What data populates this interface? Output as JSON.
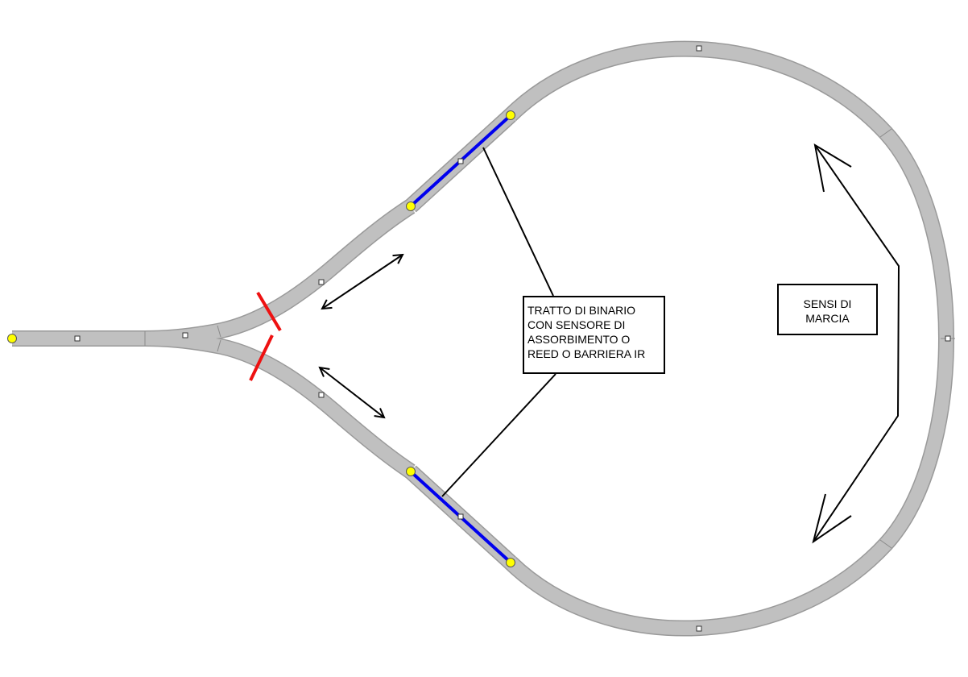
{
  "labels": {
    "sensor_section": {
      "lines": [
        "TRATTO DI BINARIO",
        "CON SENSORE DI",
        "ASSORBIMENTO O",
        "REED O BARRIERA IR"
      ]
    },
    "travel_directions": {
      "lines": [
        "SENSI DI",
        "MARCIA"
      ]
    }
  },
  "colors": {
    "track": "#c0c0c0",
    "track_edge": "#9a9a9a",
    "sensor_section": "#0000ee",
    "isolation_cut": "#ee1111",
    "track_endpoint": "#ffff00",
    "pointer": "#000000"
  }
}
